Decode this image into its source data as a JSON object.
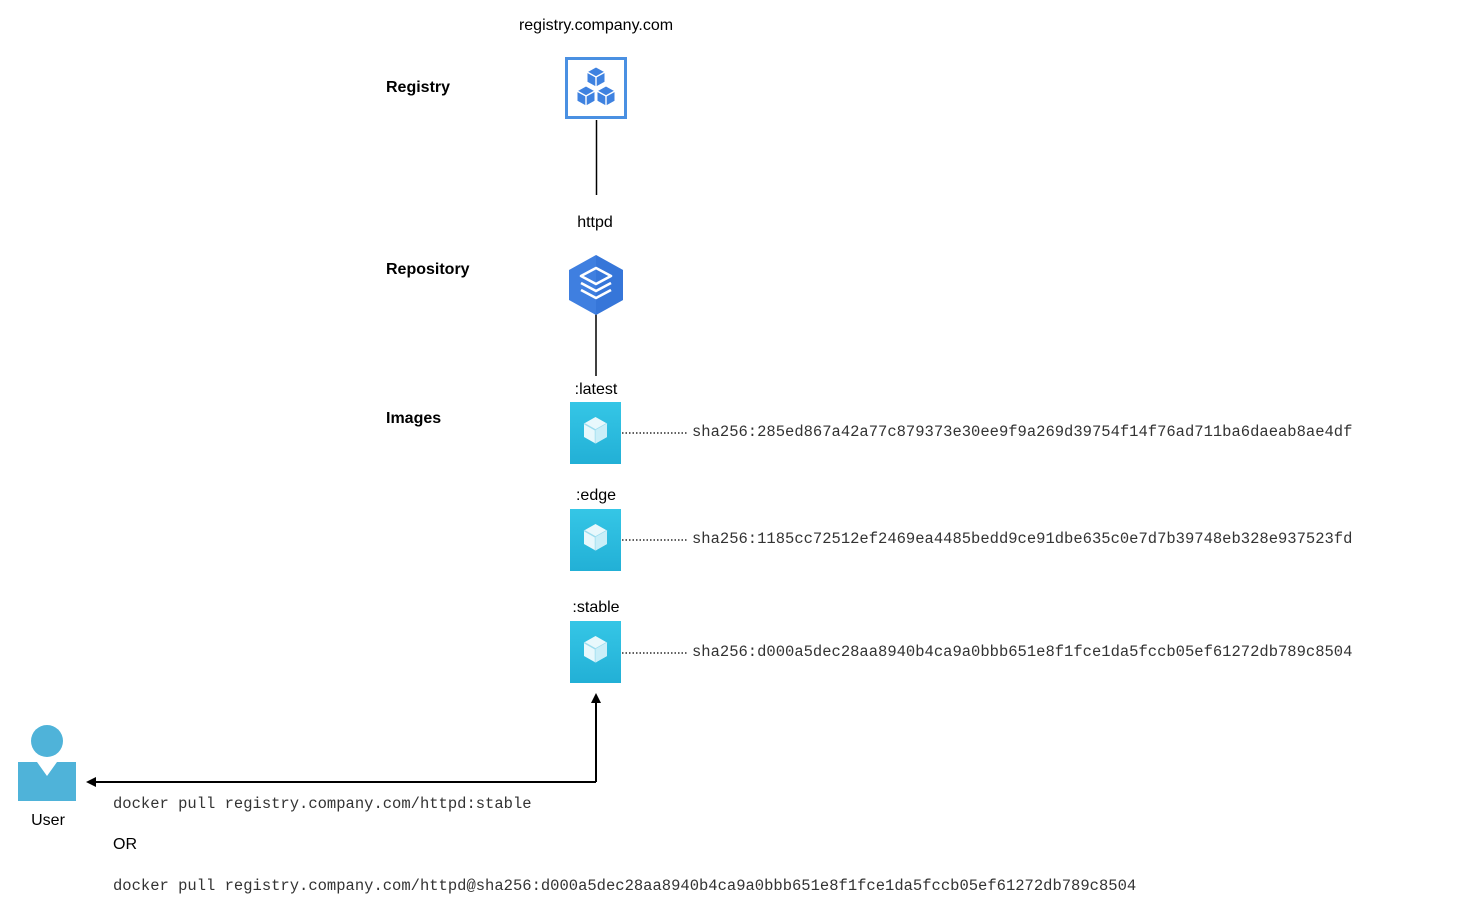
{
  "registry": {
    "host": "registry.company.com",
    "section_label": "Registry",
    "icon": "registry-cubes-icon"
  },
  "repository": {
    "name": "httpd",
    "section_label": "Repository",
    "icon": "stacked-layers-icon"
  },
  "images": {
    "section_label": "Images",
    "icon": "image-cube-icon",
    "items": [
      {
        "tag": ":latest",
        "digest": "sha256:285ed867a42a77c879373e30ee9f9a269d39754f14f76ad711ba6daeab8ae4df"
      },
      {
        "tag": ":edge",
        "digest": "sha256:1185cc72512ef2469ea4485bedd9ce91dbe635c0e7d7b39748eb328e937523fd"
      },
      {
        "tag": ":stable",
        "digest": "sha256:d000a5dec28aa8940b4ca9a0bbb651e8f1fce1da5fccb05ef61272db789c8504"
      }
    ]
  },
  "user": {
    "label": "User",
    "icon": "user-icon"
  },
  "commands": {
    "pull_by_tag": "docker pull registry.company.com/httpd:stable",
    "or_label": "OR",
    "pull_by_digest": "docker pull registry.company.com/httpd@sha256:d000a5dec28aa8940b4ca9a0bbb651e8f1fce1da5fccb05ef61272db789c8504"
  },
  "colors": {
    "registry_blue": "#4a90e2",
    "repository_blue": "#3f7fe0",
    "image_cyan": "#2fc0e0",
    "user_blue": "#4fb3d9"
  }
}
